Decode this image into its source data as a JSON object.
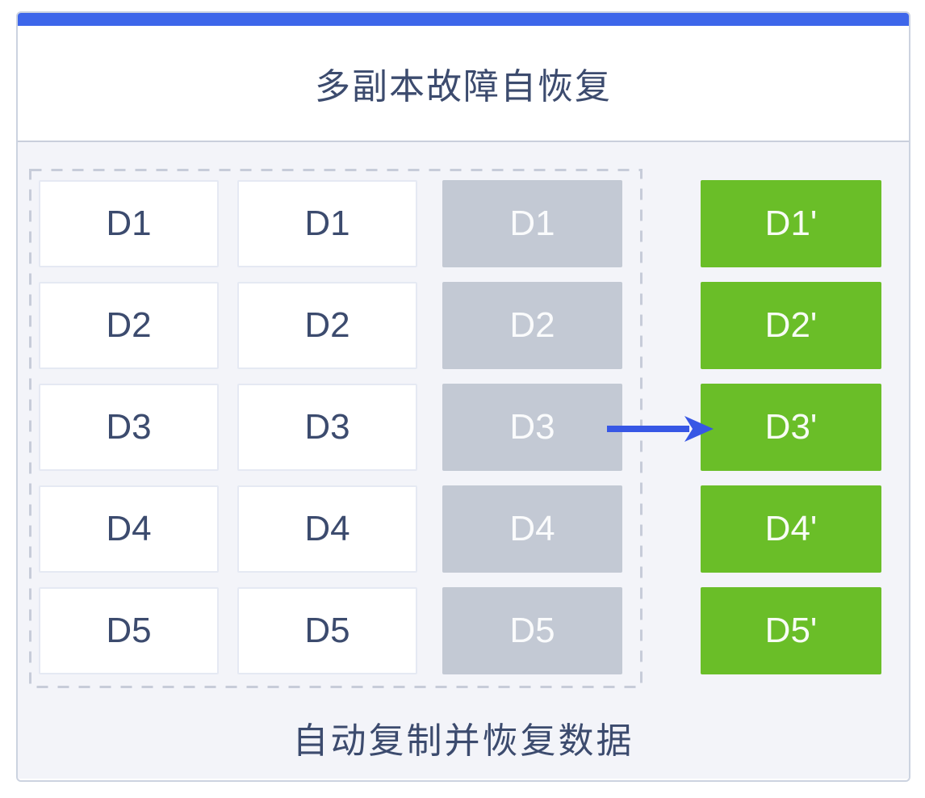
{
  "header": {
    "title": "多副本故障自恢复"
  },
  "footer": {
    "caption": "自动复制并恢复数据"
  },
  "diagram": {
    "columns": [
      {
        "type": "white",
        "role": "replica-copy-1",
        "labels": [
          "D1",
          "D2",
          "D3",
          "D4",
          "D5"
        ]
      },
      {
        "type": "white",
        "role": "replica-copy-2",
        "labels": [
          "D1",
          "D2",
          "D3",
          "D4",
          "D5"
        ]
      },
      {
        "type": "gray",
        "role": "failed-replica",
        "labels": [
          "D1",
          "D2",
          "D3",
          "D4",
          "D5"
        ]
      },
      {
        "type": "green",
        "role": "recovered-replica",
        "labels": [
          "D1'",
          "D2'",
          "D3'",
          "D4'",
          "D5'"
        ]
      }
    ],
    "arrow": {
      "meaning": "failed D3 replica is rebuilt into recovered D3'",
      "direction": "right"
    }
  },
  "colors": {
    "accent-blue": "#3d66ea",
    "arrow-blue": "#3757e5",
    "body-bg": "#f3f4f9",
    "card-border": "#ccd3e0",
    "divider": "#c9cfdc",
    "box-border": "#e5e9f3",
    "dashed": "#c7ccd9",
    "gray-box": "#c3c9d4",
    "green-box": "#6abe28",
    "ink": "#3c4b6e"
  }
}
